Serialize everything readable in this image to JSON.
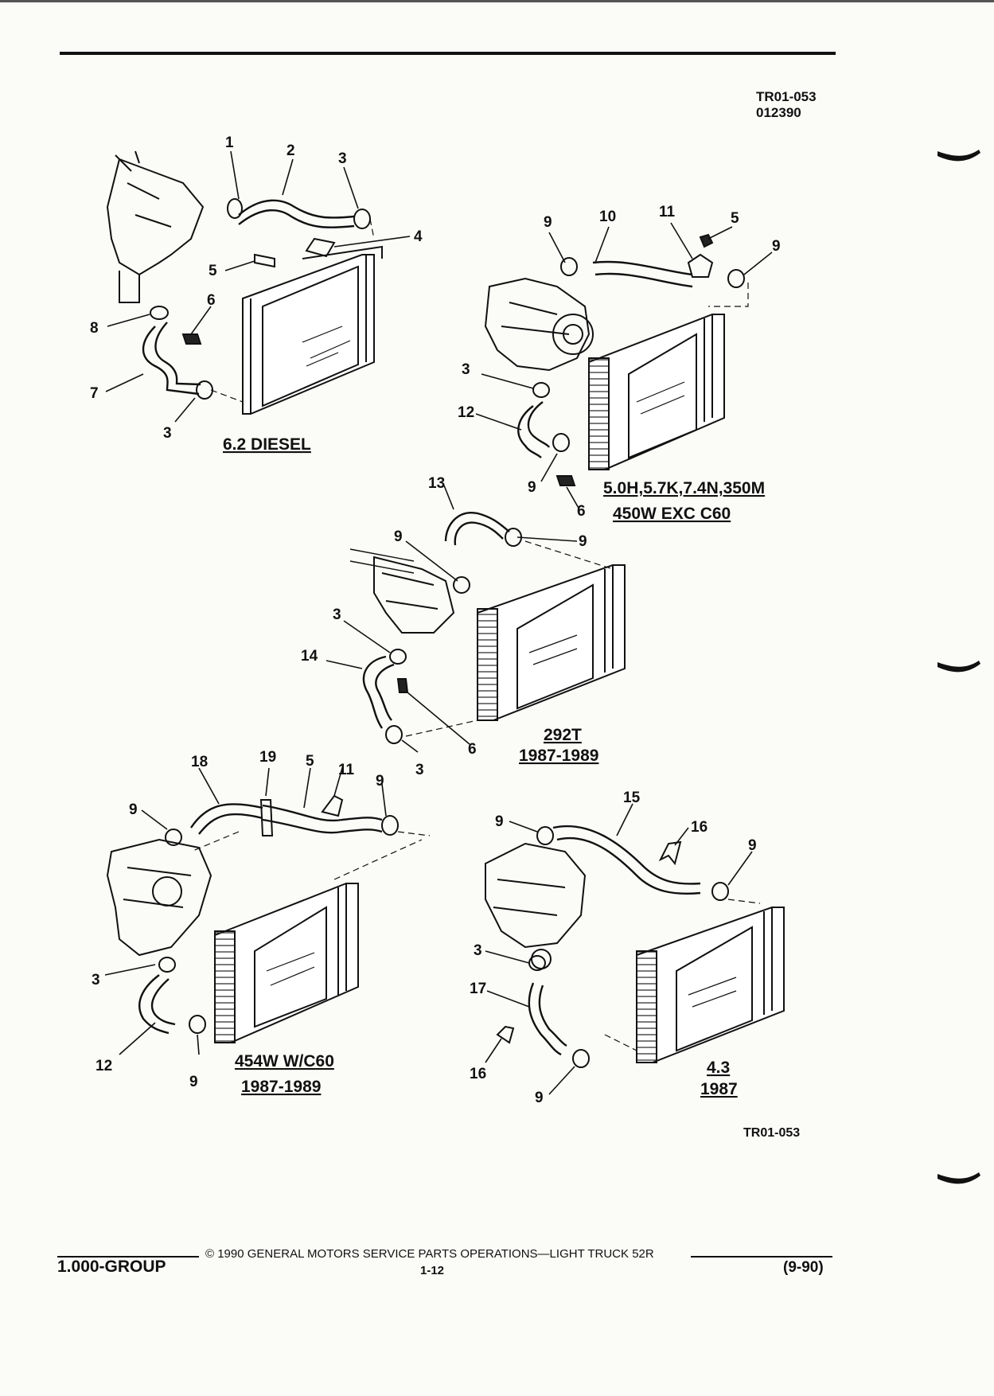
{
  "header": {
    "doc_code": "TR01-053",
    "doc_date": "012390"
  },
  "footer": {
    "group": "1.000-GROUP",
    "copyright": "© 1990 GENERAL MOTORS SERVICE PARTS OPERATIONS—LIGHT TRUCK 52R",
    "page": "1-12",
    "revision": "(9-90)",
    "figure_id": "TR01-053"
  },
  "captions": {
    "diesel": "6.2 DIESEL",
    "gas_line1": "5.0H,5.7K,7.4N,350M",
    "gas_line2": "450W EXC C60",
    "t292_line1": "292T",
    "t292_line2": "1987-1989",
    "w454_line1": "454W W/C60",
    "w454_line2": "1987-1989",
    "v43_line1": "4.3",
    "v43_line2": "1987"
  },
  "callouts": {
    "a1": "1",
    "a2": "2",
    "a3": "3",
    "a4": "4",
    "a5": "5",
    "a6": "6",
    "a7": "7",
    "a8": "8",
    "a3b": "3",
    "b9": "9",
    "b10": "10",
    "b11": "11",
    "b5": "5",
    "b9b": "9",
    "b3": "3",
    "b12": "12",
    "b9c": "9",
    "b6": "6",
    "c13": "13",
    "c9": "9",
    "c9b": "9",
    "c3": "3",
    "c14": "14",
    "c6": "6",
    "c3b": "3",
    "d18": "18",
    "d19": "19",
    "d5": "5",
    "d11": "11",
    "d9": "9",
    "d9b": "9",
    "d3": "3",
    "d12": "12",
    "d9c": "9",
    "e15": "15",
    "e9": "9",
    "e16": "16",
    "e9b": "9",
    "e3": "3",
    "e17": "17",
    "e16b": "16",
    "e9c": "9"
  }
}
